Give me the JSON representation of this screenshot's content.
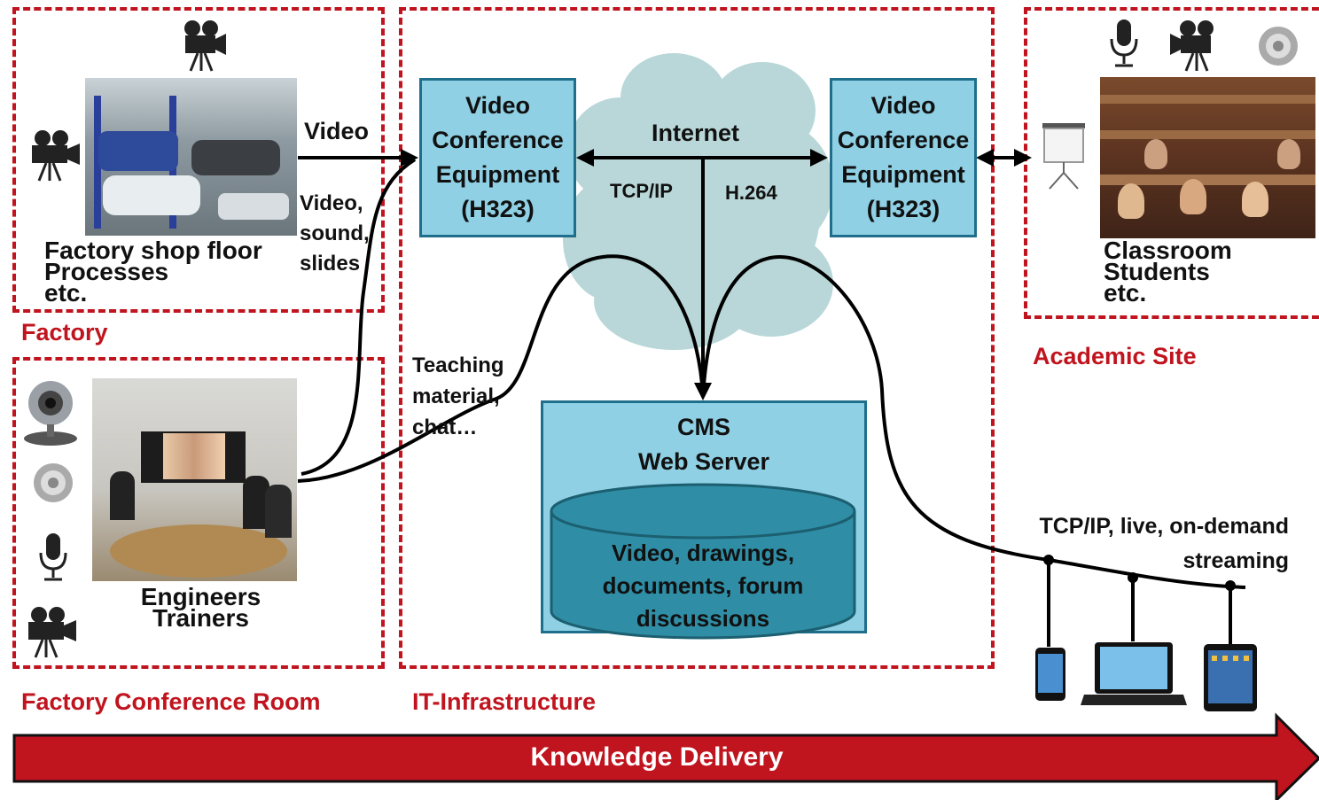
{
  "regions": {
    "factory": "Factory",
    "factory_room": "Factory Conference Room",
    "it_infrastructure": "IT-Infrastructure",
    "academic_site": "Academic Site"
  },
  "factory_caption": {
    "line1": "Factory shop floor",
    "line2": "Processes",
    "line3": "etc."
  },
  "conference_caption": {
    "line1": "Engineers",
    "line2": "Trainers"
  },
  "classroom_caption": {
    "line1": "Classroom",
    "line2": "Students",
    "line3": "etc."
  },
  "flows": {
    "video": "Video",
    "video_sound_1": "Video,",
    "video_sound_2": "sound,",
    "video_sound_3": "slides",
    "teaching_1": "Teaching",
    "teaching_2": "material,",
    "teaching_3": "chat…",
    "tcpip": "TCP/IP",
    "h264": "H.264",
    "streaming_1": "TCP/IP, live, on-demand",
    "streaming_2": "streaming"
  },
  "internet": "Internet",
  "vce_left": {
    "l1": "Video",
    "l2": "Conference",
    "l3": "Equipment",
    "l4": "(H323)"
  },
  "vce_right": {
    "l1": "Video",
    "l2": "Conference",
    "l3": "Equipment",
    "l4": "(H323)"
  },
  "cms": {
    "l1": "CMS",
    "l2": "Web Server"
  },
  "database": {
    "l1": "Video, drawings,",
    "l2": "documents, forum",
    "l3": "discussions"
  },
  "banner": "Knowledge Delivery",
  "colors": {
    "accent_red": "#c0141e",
    "box_blue": "#8fd0e4",
    "db_teal": "#2f8ea6",
    "cloud": "#b9d7d8"
  }
}
